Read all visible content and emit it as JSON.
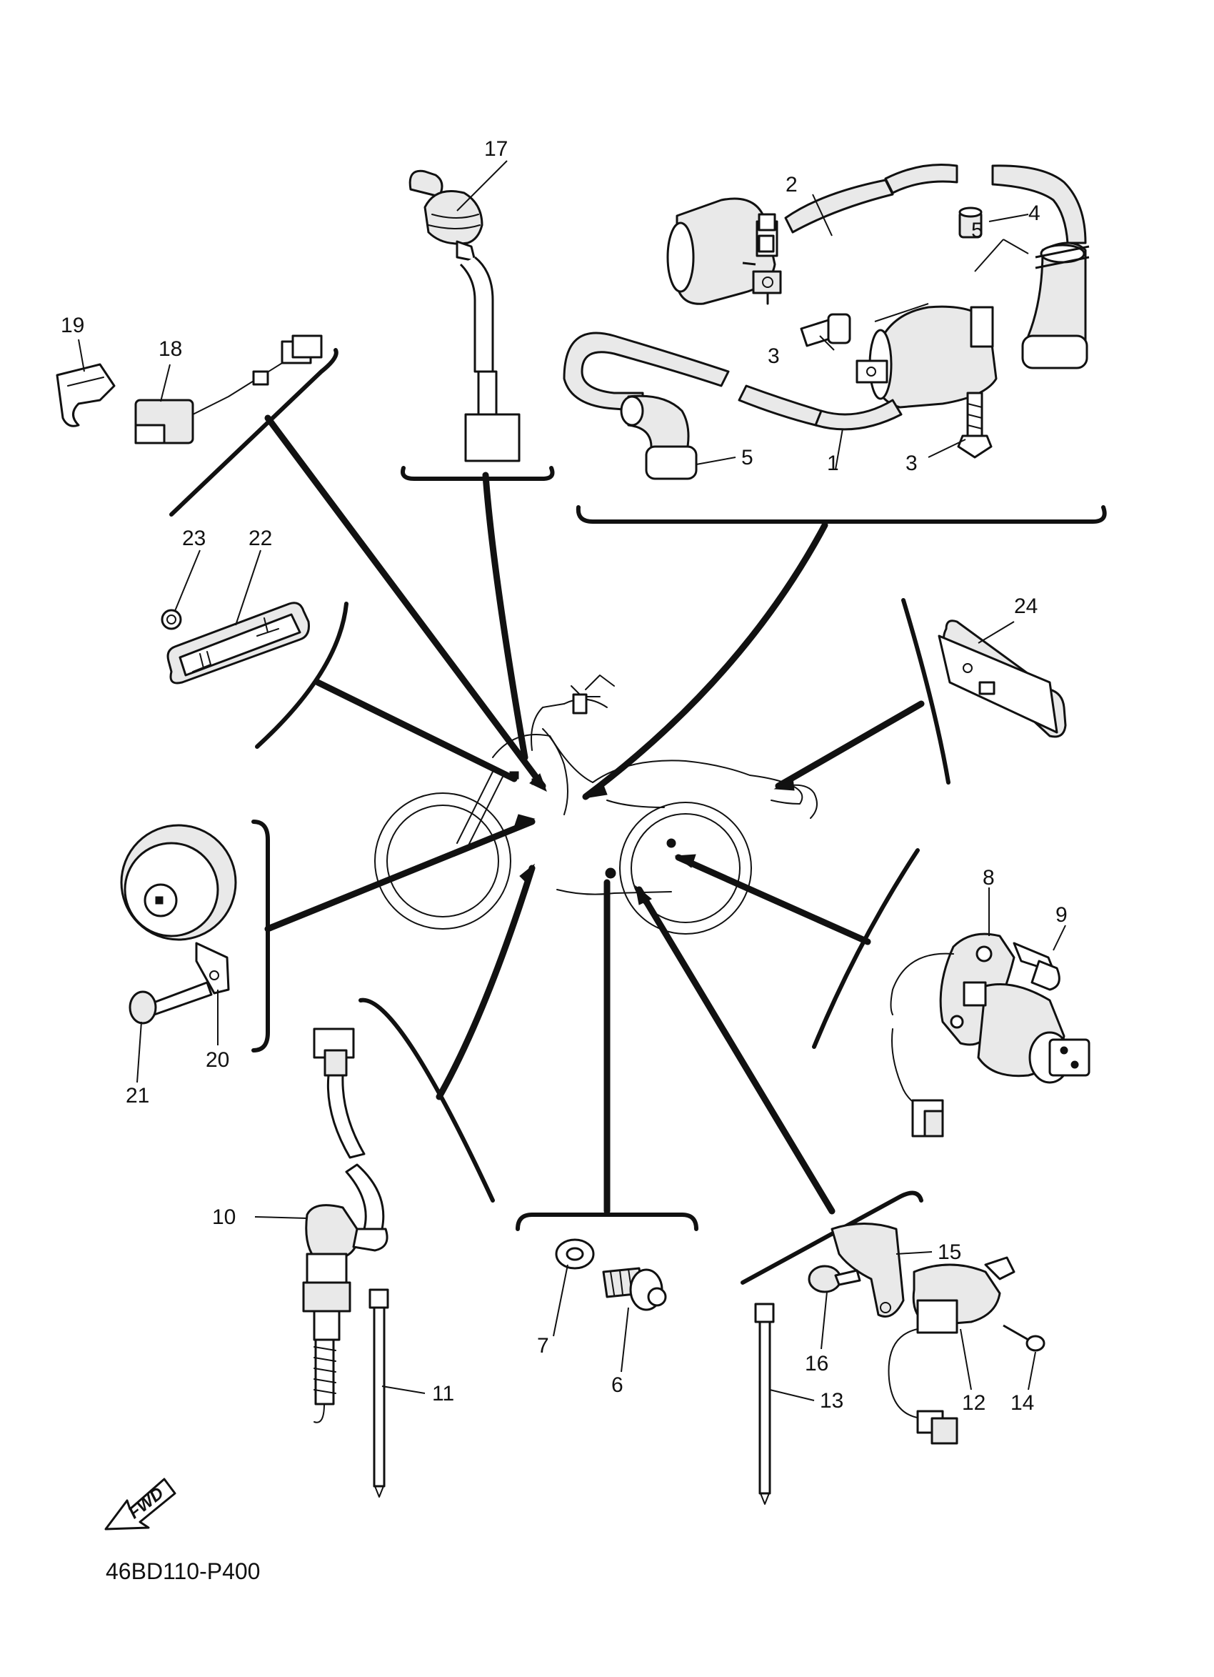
{
  "callouts": {
    "c1": "1",
    "c2": "2",
    "c3a": "3",
    "c3b": "3",
    "c4": "4",
    "c5a": "5",
    "c5b": "5",
    "c6": "6",
    "c7": "7",
    "c8": "8",
    "c9": "9",
    "c10": "10",
    "c11": "11",
    "c12": "12",
    "c13": "13",
    "c14": "14",
    "c15": "15",
    "c16": "16",
    "c17": "17",
    "c18": "18",
    "c19": "19",
    "c20": "20",
    "c21": "21",
    "c22": "22",
    "c23": "23",
    "c24": "24"
  },
  "direction_label": "FWD",
  "diagram_code": "46BD110-P400"
}
